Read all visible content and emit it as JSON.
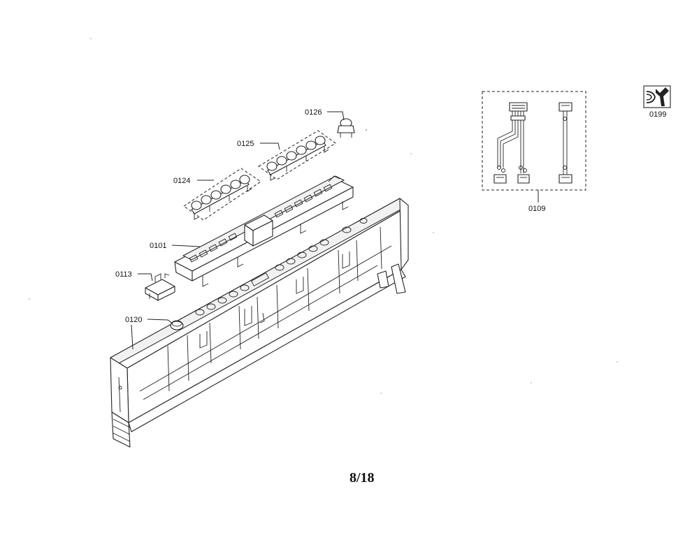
{
  "page_number": "8/18",
  "callouts": [
    {
      "id": "0126",
      "label": "0126"
    },
    {
      "id": "0125",
      "label": "0125"
    },
    {
      "id": "0124",
      "label": "0124"
    },
    {
      "id": "0101",
      "label": "0101"
    },
    {
      "id": "0113",
      "label": "0113"
    },
    {
      "id": "0120",
      "label": "0120"
    },
    {
      "id": "0109",
      "label": "0109"
    },
    {
      "id": "0199",
      "label": "0199"
    }
  ],
  "icons": {
    "service": "wrench-speaker-icon"
  },
  "colors": {
    "line": "#222222",
    "background": "#ffffff"
  }
}
